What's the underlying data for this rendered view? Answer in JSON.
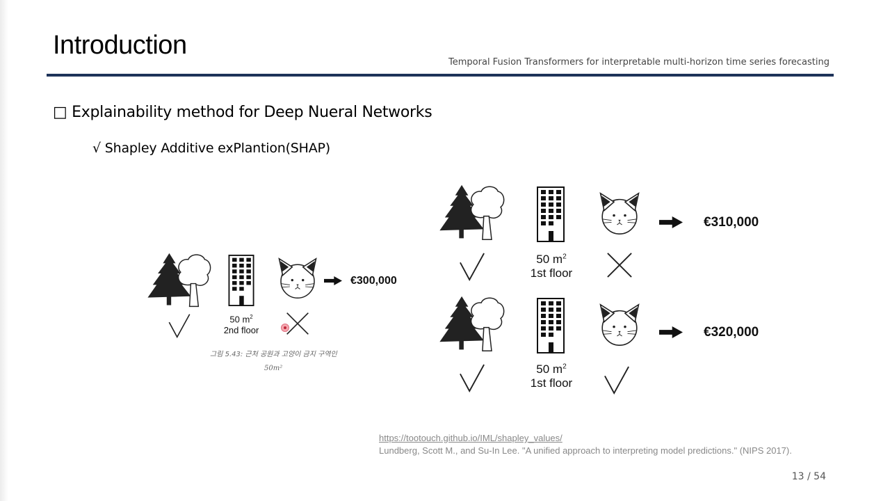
{
  "slide": {
    "title": "Introduction",
    "subtitle": "Temporal Fusion Transformers for interpretable multi-horizon time series forecasting",
    "page": "13 / 54"
  },
  "bullets": {
    "level1": "□ Explainability method for Deep Nueral Networks",
    "level2": "√ Shapley Additive exPlantion(SHAP)"
  },
  "figure_left": {
    "price": "€300,000",
    "area_value": "50 m",
    "area_sup": "2",
    "floor": "2nd floor",
    "park_nearby": true,
    "cat_allowed": false,
    "caption_line1": "그림 5.43: 근처 공원과 고양이 금지 구역인",
    "caption_line2": "50m²"
  },
  "figure_right_top": {
    "price": "€310,000",
    "area_value": "50 m",
    "area_sup": "2",
    "floor": "1st floor",
    "park_nearby": true,
    "cat_allowed": false
  },
  "figure_right_bottom": {
    "price": "€320,000",
    "area_value": "50 m",
    "area_sup": "2",
    "floor": "1st floor",
    "park_nearby": true,
    "cat_allowed": true
  },
  "references": {
    "link": "https://tootouch.github.io/IML/shapley_values/",
    "citation": "Lundberg, Scott M., and Su-In Lee. \"A unified approach to interpreting model predictions.\"  (NIPS 2017)."
  },
  "colors": {
    "title_rule": "#1e3359",
    "icon_fill": "#222222",
    "muted_text": "#888888"
  },
  "icons": [
    "park-icon",
    "building-icon",
    "cat-icon",
    "arrow-right-icon",
    "check-icon",
    "cross-icon"
  ]
}
